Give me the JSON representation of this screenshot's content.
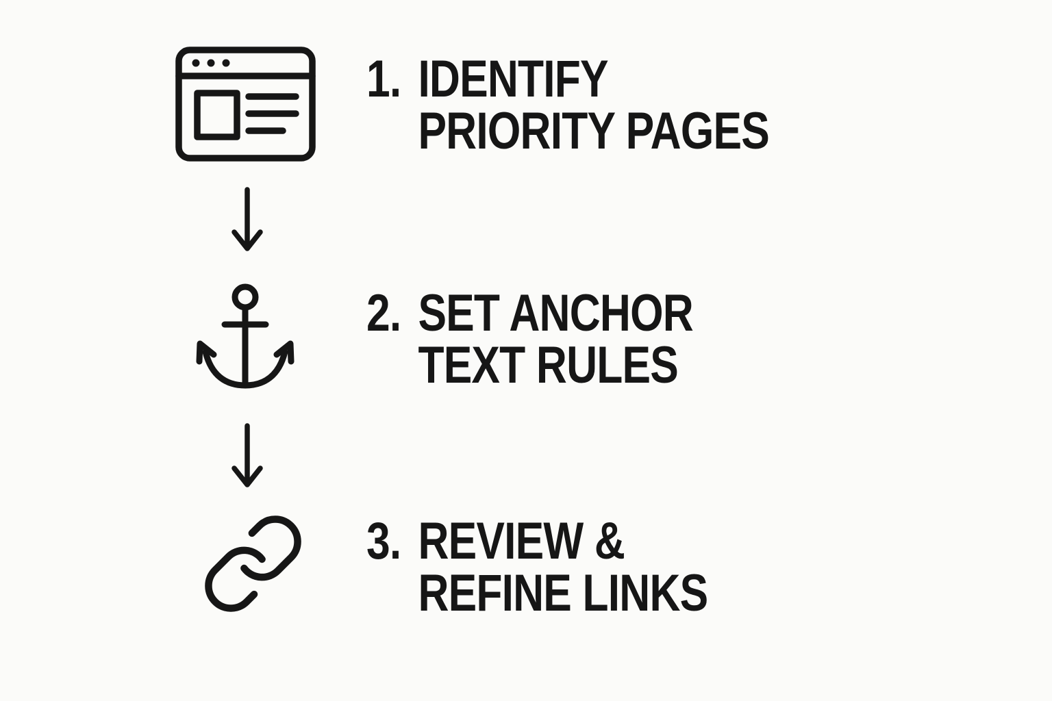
{
  "colors": {
    "background": "#fbfbf9",
    "ink": "#161616"
  },
  "steps": [
    {
      "number": "1.",
      "line1": "IDENTIFY",
      "line2": "PRIORITY PAGES",
      "icon": "browser-window"
    },
    {
      "number": "2.",
      "line1": "SET ANCHOR",
      "line2": "TEXT RULES",
      "icon": "anchor"
    },
    {
      "number": "3.",
      "line1": "REVIEW &",
      "line2": "REFINE LINKS",
      "icon": "chain-link"
    }
  ],
  "connectors": [
    {
      "icon": "down-arrow"
    },
    {
      "icon": "down-arrow"
    }
  ]
}
